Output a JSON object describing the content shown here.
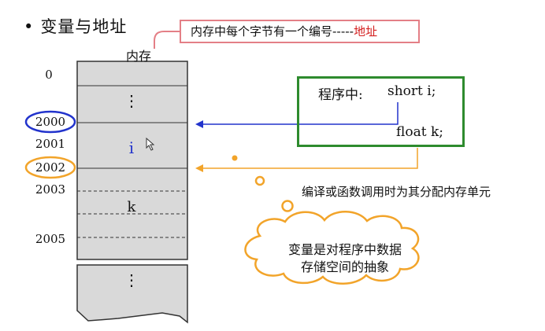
{
  "title": "变量与地址",
  "bullet": "•",
  "note": {
    "prefix": "内存中每个字节有一个编号-----",
    "highlight": "地址"
  },
  "memory": {
    "label": "内存",
    "addresses": [
      "0",
      "2000",
      "2001",
      "2002",
      "2003",
      "2005"
    ],
    "variables": [
      "i",
      "k"
    ],
    "ellipsis": "⋮"
  },
  "code": {
    "prefix": "程序中:",
    "line1": "short  i;",
    "line2": "float  k;"
  },
  "annotations": {
    "allocation": "编译或函数调用时为其分配内存单元",
    "abstraction_line1": "变量是对程序中数据",
    "abstraction_line2": "存储空间的抽象"
  },
  "colors": {
    "note_border": "#e47f86",
    "note_highlight": "#d42020",
    "code_border": "#2e8b2e",
    "blue_arrow": "#2233cc",
    "orange": "#f2a42a",
    "memory_fill": "#d9d9d9"
  }
}
